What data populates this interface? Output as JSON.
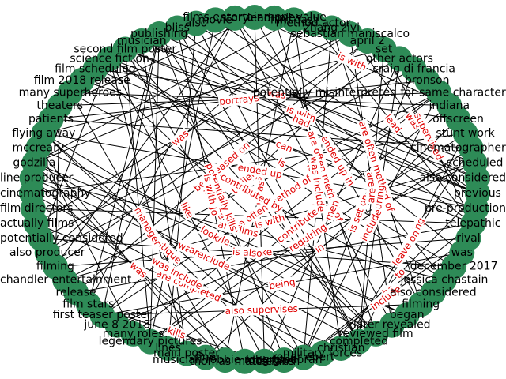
{
  "graph": {
    "node_color": "#2e8b57",
    "edge_color": "#000000",
    "edge_label_color": "#e00000",
    "node_labels": [
      "films entertainment value",
      "lead roles",
      "film cast",
      "method actor",
      "zhang ziyi",
      "sebastian maniscalco",
      "april 2",
      "set",
      "other actors",
      "craig di francia",
      "bronson",
      "potentially misinterpreted for same character",
      "indiana",
      "offscreen",
      "stunt work",
      "cinematographer",
      "scheduled",
      "also considered",
      "previous",
      "pre-production",
      "telepathic",
      "rival",
      "was",
      "december 2017",
      "jessica chastain",
      "also considered",
      "filming",
      "began",
      "later revealed",
      "reviewed film",
      "completed",
      "christian",
      "military forces",
      "roger ebert",
      "king ghidorah",
      "matte fans",
      "thomas middleditch",
      "musician robbie robertson",
      "fine",
      "main poster",
      "lines",
      "legendary pictures",
      "many roles",
      "june 8 2018",
      "first teaser poster",
      "film stars",
      "release",
      "chandler entertainment",
      "filming",
      "also producer",
      "potentially considered",
      "actually films",
      "film directors",
      "cinematography",
      "line producer",
      "godzilla",
      "mccreary",
      "flying away",
      "patients",
      "theaters",
      "many superheroes",
      "film 2018 release",
      "film scheduled",
      "science fiction",
      "second film poster",
      "musician",
      "publishing",
      "bliss",
      "also",
      "movie",
      "story"
    ],
    "edge_labels": [
      "is with",
      "is with",
      "are often method of",
      "was",
      "was",
      "lead",
      "heard",
      "are often method of",
      "are",
      "was",
      "be released on",
      "trailer",
      "supervised",
      "during",
      "men",
      "is set on",
      "portrays",
      "are often method of",
      "include",
      "contributed",
      "was",
      "requiring",
      "including",
      "in",
      "leave on",
      "is with",
      "is with",
      "had",
      "to",
      "ended up",
      "can",
      "be",
      "take",
      "include",
      "being",
      "is",
      "is also",
      "are films",
      "contributed by",
      "ended up in",
      "also supervises",
      "kyle",
      "lost",
      "look",
      "was include",
      "are",
      "are",
      "was include",
      "are completed",
      "was include",
      "include",
      "potentially kills",
      "mystique",
      "like",
      "kills",
      "is with Jo",
      "was",
      "manager"
    ]
  }
}
